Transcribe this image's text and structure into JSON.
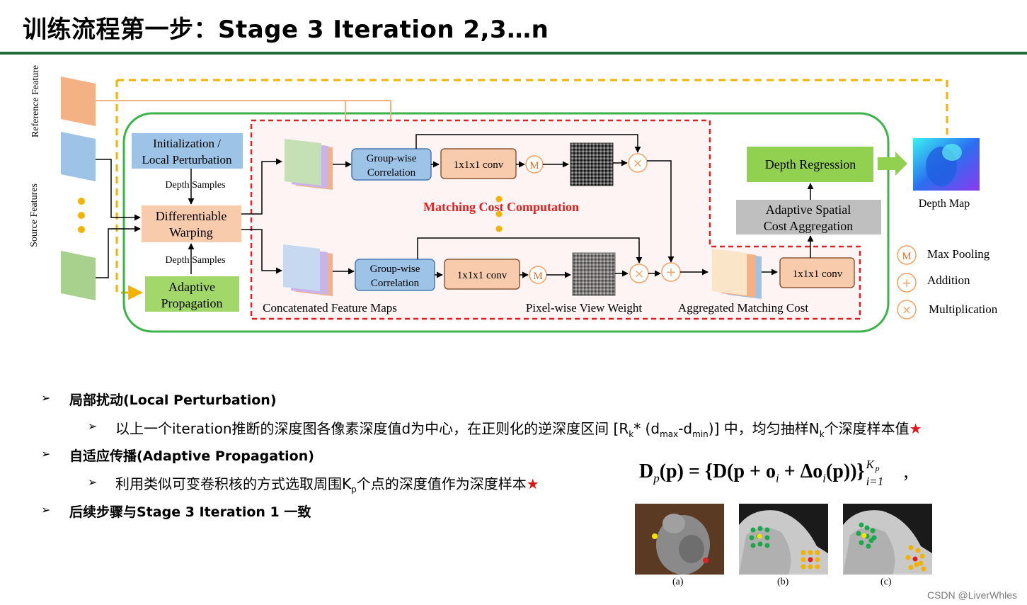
{
  "title": "训练流程第一步：Stage 3 Iteration 2,3…n",
  "diagram": {
    "reference_feature": "Reference Feature",
    "source_features": "Source Features",
    "init_box": [
      "Initialization /",
      "Local Perturbation"
    ],
    "depth_samples_1": "Depth Samples",
    "diff_warp": [
      "Differentiable",
      "Warping"
    ],
    "depth_samples_2": "Depth Samples",
    "adaptive_prop": [
      "Adaptive",
      "Propagation"
    ],
    "concat_maps": "Concatenated Feature Maps",
    "group_wise_1": [
      "Group-wise",
      "Correlation"
    ],
    "group_wise_2": [
      "Group-wise",
      "Correlation"
    ],
    "conv_1": "1x1x1 conv",
    "conv_2": "1x1x1 conv",
    "conv_3": "1x1x1 conv",
    "m_symbol": "M",
    "matching_cost": "Matching Cost Computation",
    "pixel_weight": "Pixel-wise View Weight",
    "agg_cost": "Aggregated Matching Cost",
    "depth_regression": "Depth Regression",
    "adaptive_spatial": [
      "Adaptive Spatial",
      "Cost Aggregation"
    ],
    "depth_map": "Depth Map",
    "legend": [
      {
        "symbol": "M",
        "label": "Max Pooling"
      },
      {
        "symbol": "+",
        "label": "Addition"
      },
      {
        "symbol": "×",
        "label": "Multiplication"
      }
    ]
  },
  "bullets": {
    "b1": "局部扰动(Local Perturbation)",
    "b1_sub": {
      "p1": "以上一个iteration推断的深度图各像素深度值d为中心，在正则化的逆深度区间 [R",
      "k": "k",
      "p2": "* (d",
      "max": "max",
      "p3": "-d",
      "min": "min",
      "p4": ")] 中，均匀抽样N",
      "k2": "k",
      "p5": "个深度样本值",
      "star": "★"
    },
    "b2": "自适应传播(Adaptive Propagation)",
    "b2_sub": {
      "p1": "利用类似可变卷积核的方式选取周围K",
      "p": "p",
      "p2": "个点的深度值作为深度样本",
      "star": "★"
    },
    "b3": "后续步骤与Stage 3 Iteration 1 一致",
    "arrow": "➢"
  },
  "formula": {
    "lhs": "D",
    "sub_p": "p",
    "arg": "(p) = {D(p + o",
    "i1": "i",
    "mid": " + Δo",
    "i2": "i",
    "end": "(p))}",
    "sup": "K",
    "sup_p": "p",
    "sub": "i=1",
    "comma": " ,"
  },
  "figure_caps": [
    "(a)",
    "(b)",
    "(c)"
  ],
  "watermark": "CSDN @LiverWhles",
  "colors": {
    "rule": "#1e6b3a",
    "green_box": "#92d050",
    "blue_box": "#9dc3e6",
    "orange_box": "#f8cbad",
    "red_dash": "#e02020",
    "yellow_dash": "#f2b300"
  }
}
